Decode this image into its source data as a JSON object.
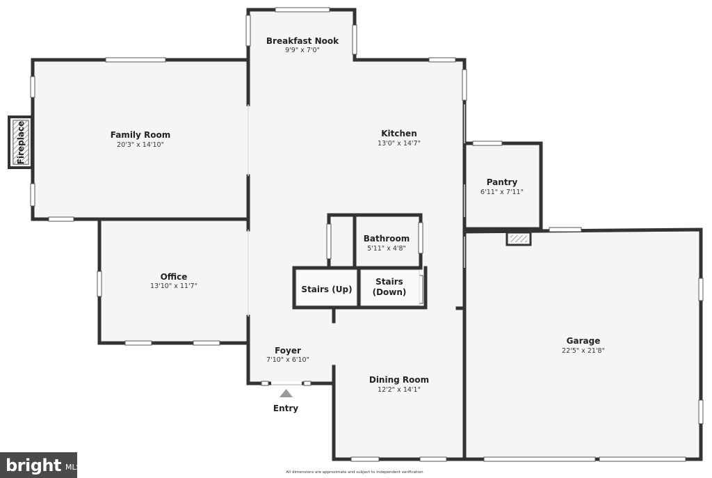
{
  "rooms": {
    "breakfast_nook": {
      "name": "Breakfast Nook",
      "dim": "9'9\" x 7'0\""
    },
    "family_room": {
      "name": "Family Room",
      "dim": "20'3\" x 14'10\""
    },
    "kitchen": {
      "name": "Kitchen",
      "dim": "13'0\" x 14'7\""
    },
    "pantry": {
      "name": "Pantry",
      "dim": "6'11\" x 7'11\""
    },
    "bathroom": {
      "name": "Bathroom",
      "dim": "5'11\" x 4'8\""
    },
    "stairs_up": {
      "name": "Stairs (Up)"
    },
    "stairs_down": {
      "name_line1": "Stairs",
      "name_line2": "(Down)"
    },
    "office": {
      "name": "Office",
      "dim": "13'10\" x 11'7\""
    },
    "foyer": {
      "name": "Foyer",
      "dim": "7'10\" x 6'10\""
    },
    "dining_room": {
      "name": "Dining Room",
      "dim": "12'2\" x 14'1\""
    },
    "garage": {
      "name": "Garage",
      "dim": "22'5\" x 21'8\""
    }
  },
  "labels": {
    "fireplace": "Fireplace",
    "entry": "Entry",
    "disclaimer": "All dimensions are approximate and subject to independent verification"
  },
  "logo": {
    "word": "bright",
    "suffix": "MLS"
  },
  "colors": {
    "wall": "#333333",
    "floor": "#f5f5f5",
    "logo_bg": "#4a4a4a"
  }
}
